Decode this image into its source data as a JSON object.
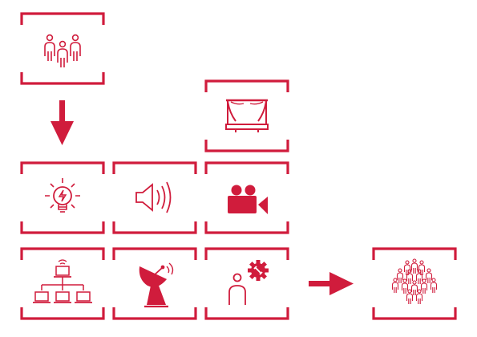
{
  "colors": {
    "accent": "#d01c3c",
    "background": "#ffffff"
  },
  "diagram": {
    "tiles": [
      {
        "id": "team",
        "icon": "people-group-icon"
      },
      {
        "id": "stage",
        "icon": "theater-stage-icon"
      },
      {
        "id": "lighting",
        "icon": "light-bulb-icon"
      },
      {
        "id": "sound",
        "icon": "speaker-icon"
      },
      {
        "id": "video",
        "icon": "video-camera-icon"
      },
      {
        "id": "network",
        "icon": "computer-network-icon"
      },
      {
        "id": "satellite",
        "icon": "satellite-dish-icon"
      },
      {
        "id": "technician",
        "icon": "technician-gear-icon"
      },
      {
        "id": "audience",
        "icon": "crowd-icon"
      }
    ],
    "arrows": [
      {
        "from": "team",
        "to": "lighting",
        "direction": "down",
        "icon": "arrow-down-icon"
      },
      {
        "from": "technician",
        "to": "audience",
        "direction": "right",
        "icon": "arrow-right-icon"
      }
    ]
  }
}
